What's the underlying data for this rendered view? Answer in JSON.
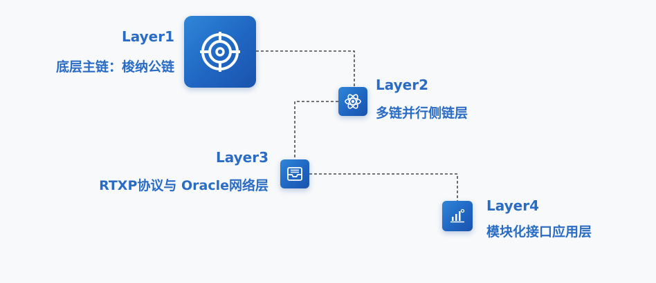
{
  "layers": [
    {
      "title": "Layer1",
      "subtitle": "底层主链：梭纳公链",
      "icon": "target-icon"
    },
    {
      "title": "Layer2",
      "subtitle": "多链并行侧链层",
      "icon": "atom-icon"
    },
    {
      "title": "Layer3",
      "subtitle": "RTXP协议与 Oracle网络层",
      "icon": "inbox-tray-icon"
    },
    {
      "title": "Layer4",
      "subtitle": "模块化接口应用层",
      "icon": "bar-chart-icon"
    }
  ],
  "colors": {
    "background": "#f7f9fb",
    "accent": "#2a6cc4",
    "icon_gradient_start": "#2f86d8",
    "icon_gradient_end": "#1a53ad",
    "connector": "#222222"
  }
}
